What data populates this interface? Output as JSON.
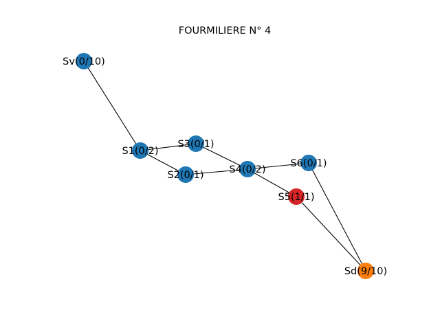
{
  "title": "FOURMILIERE N° 4",
  "colors": {
    "empty": "#1f77b4",
    "occupied": "#d62728",
    "destination": "#ff7f0e",
    "edge": "#000000",
    "text": "#000000"
  },
  "nodes": [
    {
      "id": "Sv",
      "label": "Sv(0/10)",
      "status": "empty"
    },
    {
      "id": "S1",
      "label": "S1(0/2)",
      "status": "empty"
    },
    {
      "id": "S3",
      "label": "S3(0/1)",
      "status": "empty"
    },
    {
      "id": "S2",
      "label": "S2(0/1)",
      "status": "empty"
    },
    {
      "id": "S4",
      "label": "S4(0/2)",
      "status": "empty"
    },
    {
      "id": "S6",
      "label": "S6(0/1)",
      "status": "empty"
    },
    {
      "id": "S5",
      "label": "S5(1/1)",
      "status": "occupied"
    },
    {
      "id": "Sd",
      "label": "Sd(9/10)",
      "status": "destination"
    }
  ],
  "edges": [
    [
      "Sv",
      "S1"
    ],
    [
      "S1",
      "S3"
    ],
    [
      "S1",
      "S2"
    ],
    [
      "S3",
      "S4"
    ],
    [
      "S2",
      "S4"
    ],
    [
      "S4",
      "S6"
    ],
    [
      "S4",
      "S5"
    ],
    [
      "S5",
      "Sd"
    ],
    [
      "S6",
      "Sd"
    ]
  ]
}
